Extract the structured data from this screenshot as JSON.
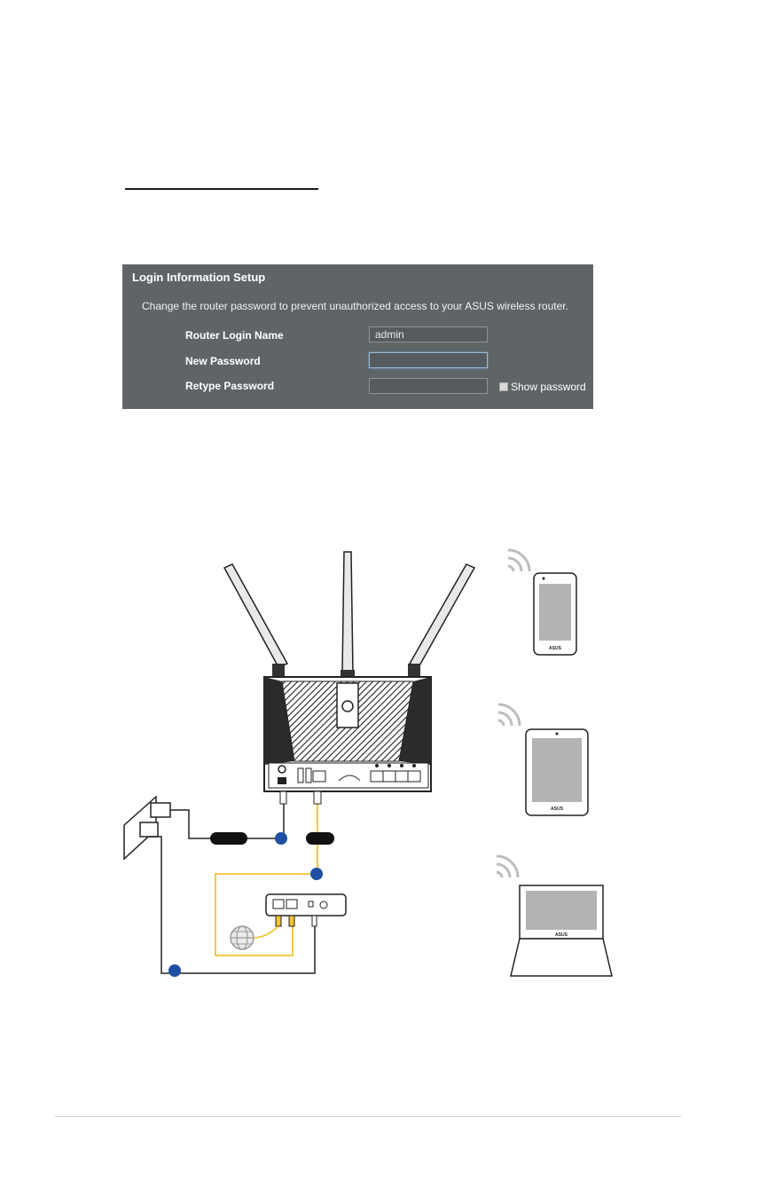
{
  "login_setup": {
    "title": "Login Information Setup",
    "description": "Change the router password to prevent unauthorized access to your ASUS wireless router.",
    "router_login_name_label": "Router Login Name",
    "router_login_name_value": "admin",
    "new_password_label": "New Password",
    "retype_password_label": "Retype Password",
    "show_password_label": "Show password"
  },
  "diagram": {
    "phone_brand": "ASUS",
    "tablet_brand": "ASUS",
    "laptop_brand": "ASUS",
    "accent_color": "#1f4fa0",
    "cable_color": "#f2c230"
  }
}
